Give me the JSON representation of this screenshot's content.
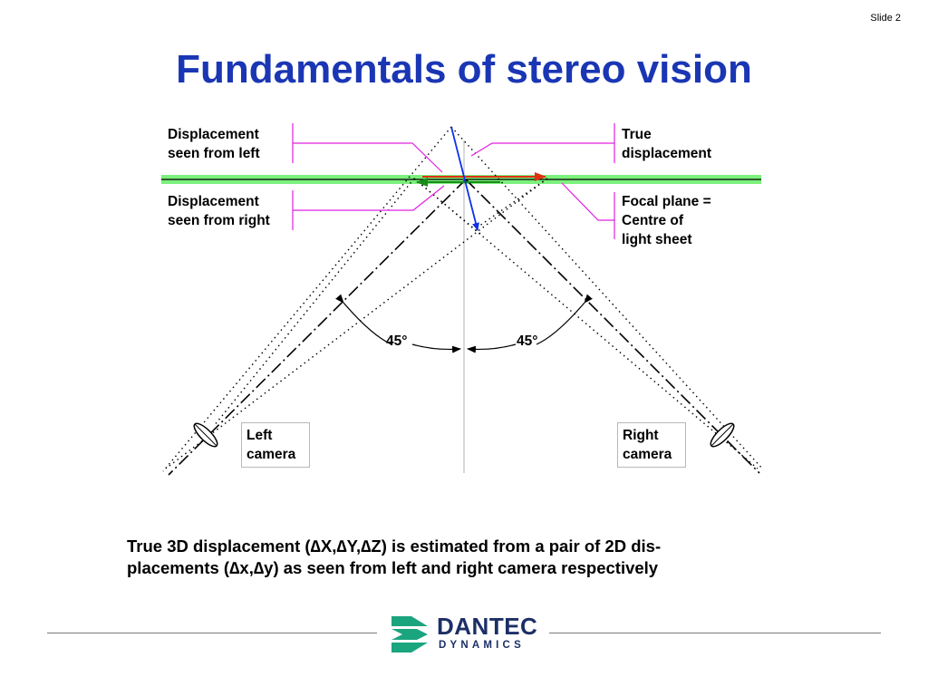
{
  "slide": {
    "number_label": "Slide 2"
  },
  "title": "Fundamentals of stereo vision",
  "labels": {
    "disp_left": [
      "Displacement",
      "seen from left"
    ],
    "disp_right": [
      "Displacement",
      "seen from right"
    ],
    "true_disp": [
      "True",
      "displacement"
    ],
    "focal_plane": [
      "Focal plane =",
      "Centre of",
      "light sheet"
    ]
  },
  "angles": {
    "left": "45°",
    "right": "45°"
  },
  "cameras": {
    "left": [
      "Left",
      "camera"
    ],
    "right": [
      "Right",
      "camera"
    ]
  },
  "caption": [
    "True 3D displacement (∆X,∆Y,∆Z) is estimated from a pair of 2D dis-",
    "placements (∆x,∆y) as seen from left and right camera respectively"
  ],
  "logo": {
    "name": "DANTEC",
    "sub": "DYNAMICS"
  },
  "colors": {
    "title": "#1a36b4",
    "light_sheet": "#7cf07c",
    "callout": "#e020e0",
    "true_vector": "#1030e8",
    "left_vector": "#1a8a1a",
    "right_vector": "#e03010",
    "logo_green": "#1aa57f",
    "logo_navy": "#1c2f66"
  }
}
